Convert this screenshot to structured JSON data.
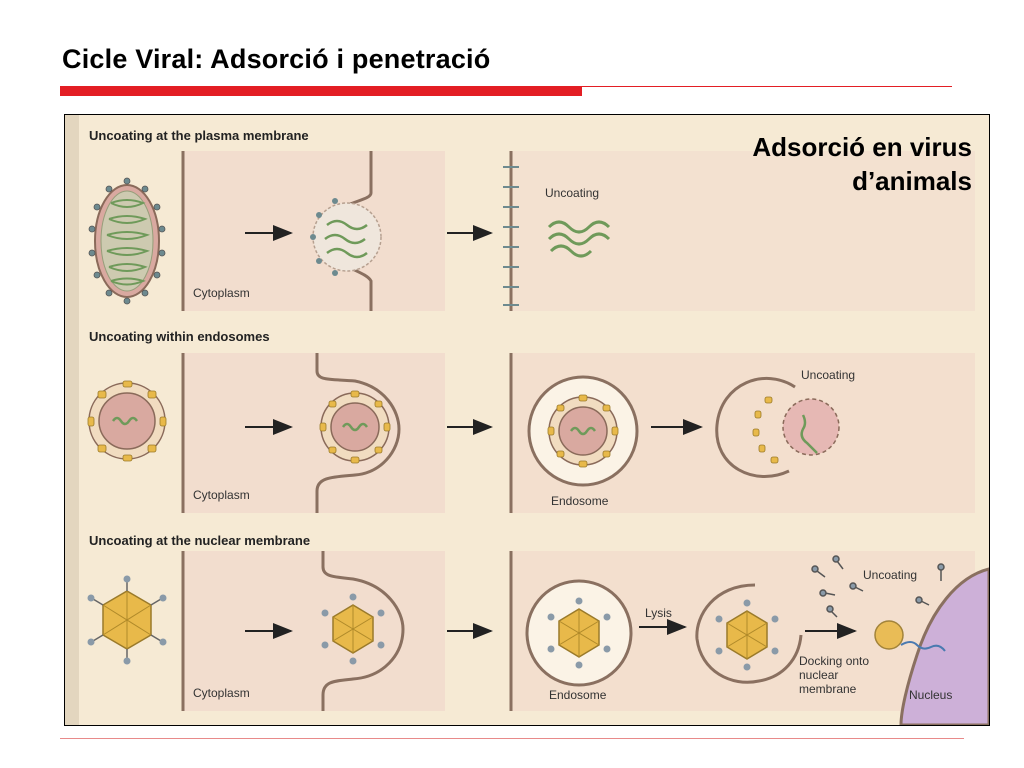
{
  "slide": {
    "title": "Cicle Viral: Adsorció i penetració",
    "caption_line1": "Adsorció en virus",
    "caption_line2": "d’animals"
  },
  "colors": {
    "accent": "#e31e24",
    "paper": "#f6ead4",
    "cell_shade": "#edc9c2",
    "nucleus": "#cdb0d8",
    "capsid": "#e8b94a",
    "membrane": "#b08c76"
  },
  "figure": {
    "rows": [
      {
        "header": "Uncoating at the plasma membrane",
        "labels": {
          "cytoplasm": "Cytoplasm",
          "uncoating": "Uncoating"
        }
      },
      {
        "header": "Uncoating within endosomes",
        "labels": {
          "cytoplasm": "Cytoplasm",
          "endosome": "Endosome",
          "uncoating": "Uncoating"
        }
      },
      {
        "header": "Uncoating at the nuclear membrane",
        "labels": {
          "cytoplasm": "Cytoplasm",
          "endosome": "Endosome",
          "lysis": "Lysis",
          "docking_1": "Docking onto",
          "docking_2": "nuclear",
          "docking_3": "membrane",
          "uncoating": "Uncoating",
          "nucleus": "Nucleus"
        }
      }
    ]
  }
}
